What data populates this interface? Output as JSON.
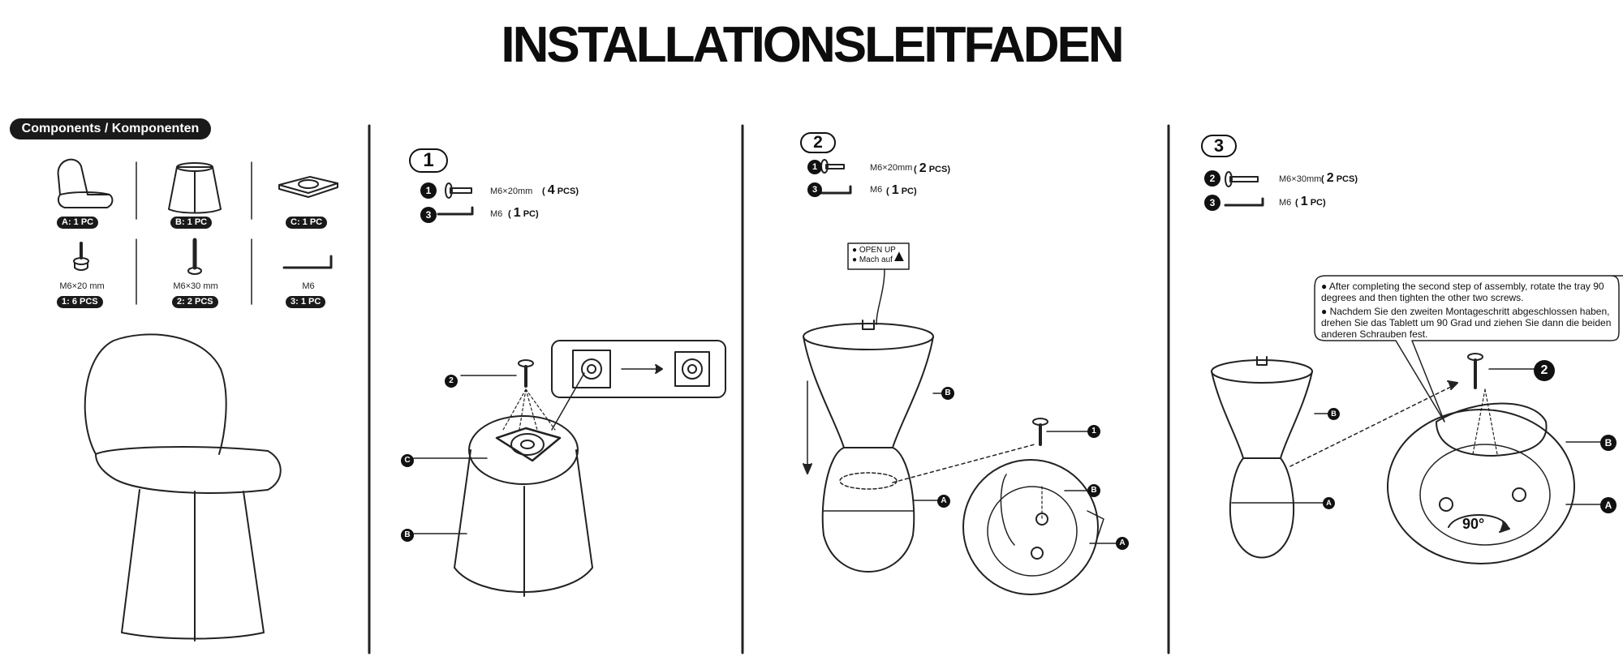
{
  "title": "INSTALLATIONSLEITFADEN",
  "components": {
    "header": "Components / Komponenten",
    "items": [
      {
        "label": "A: 1 PC",
        "spec": ""
      },
      {
        "label": "B: 1 PC",
        "spec": ""
      },
      {
        "label": "C: 1 PC",
        "spec": ""
      },
      {
        "label": "1: 6 PCS",
        "spec": "M6×20 mm"
      },
      {
        "label": "2: 2 PCS",
        "spec": "M6×30 mm"
      },
      {
        "label": "3: 1 PC",
        "spec": "M6"
      }
    ]
  },
  "step1": {
    "number": "1",
    "hardware": [
      {
        "marker": "1",
        "size": "M6×20mm",
        "qty_open": "(",
        "qty": "4",
        "qty_unit": "PCS)"
      },
      {
        "marker": "3",
        "size": "M6",
        "qty_open": "(",
        "qty": "1",
        "qty_unit": "PC)"
      }
    ],
    "callouts": {
      "screw": "2",
      "plate": "C",
      "base": "B"
    }
  },
  "step2": {
    "number": "2",
    "hardware": [
      {
        "marker": "1",
        "size": "M6×20mm",
        "qty_open": "(",
        "qty": "2",
        "qty_unit": "PCS)"
      },
      {
        "marker": "3",
        "size": "M6",
        "qty_open": "(",
        "qty": "1",
        "qty_unit": "PC)"
      }
    ],
    "note": {
      "line1": "OPEN UP",
      "line2": "Mach auf"
    },
    "callouts": {
      "base": "B",
      "seat": "A",
      "screw": "1",
      "detail_b": "B",
      "detail_a": "A"
    }
  },
  "step3": {
    "number": "3",
    "hardware": [
      {
        "marker": "2",
        "size": "M6×30mm",
        "qty_open": "(",
        "qty": "2",
        "qty_unit": "PCS)"
      },
      {
        "marker": "3",
        "size": "M6",
        "qty_open": "(",
        "qty": "1",
        "qty_unit": "PC)"
      }
    ],
    "note_en": "After completing the second step of assembly, rotate the tray 90 degrees and then tighten the other two screws.",
    "note_de": "Nachdem Sie den zweiten Montageschritt abgeschlossen haben, drehen Sie das Tablett um 90 Grad und ziehen Sie dann die beiden anderen Schrauben fest.",
    "rotation": "90°",
    "callouts": {
      "screw": "2",
      "base": "B",
      "seat": "A",
      "detail_b": "B",
      "detail_a": "A"
    }
  }
}
